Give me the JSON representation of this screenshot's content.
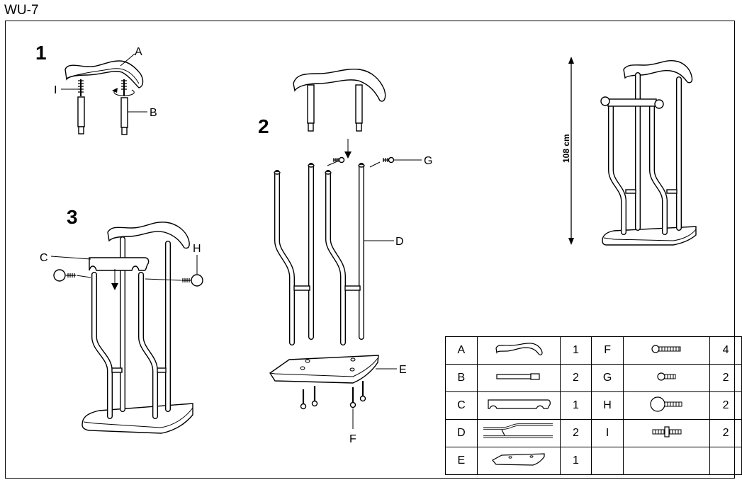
{
  "model": "WU-7",
  "steps": [
    "1",
    "2",
    "3"
  ],
  "labels": {
    "A": "A",
    "B": "B",
    "C": "C",
    "D": "D",
    "E": "E",
    "F": "F",
    "G": "G",
    "H": "H",
    "I": "I"
  },
  "height_label": "108 cm",
  "parts_table": {
    "rows": [
      {
        "left": {
          "letter": "A",
          "icon": "headrest-icon",
          "qty": "1"
        },
        "right": {
          "letter": "F",
          "icon": "long-screw-icon",
          "qty": "4"
        }
      },
      {
        "left": {
          "letter": "B",
          "icon": "dowel-rod-icon",
          "qty": "2"
        },
        "right": {
          "letter": "G",
          "icon": "short-screw-icon",
          "qty": "2"
        }
      },
      {
        "left": {
          "letter": "C",
          "icon": "crossbar-icon",
          "qty": "1"
        },
        "right": {
          "letter": "H",
          "icon": "knob-icon",
          "qty": "2"
        }
      },
      {
        "left": {
          "letter": "D",
          "icon": "frame-tube-icon",
          "qty": "2"
        },
        "right": {
          "letter": "I",
          "icon": "double-screw-icon",
          "qty": "2"
        }
      },
      {
        "left": {
          "letter": "E",
          "icon": "base-plate-icon",
          "qty": "1"
        },
        "right": null
      }
    ]
  }
}
